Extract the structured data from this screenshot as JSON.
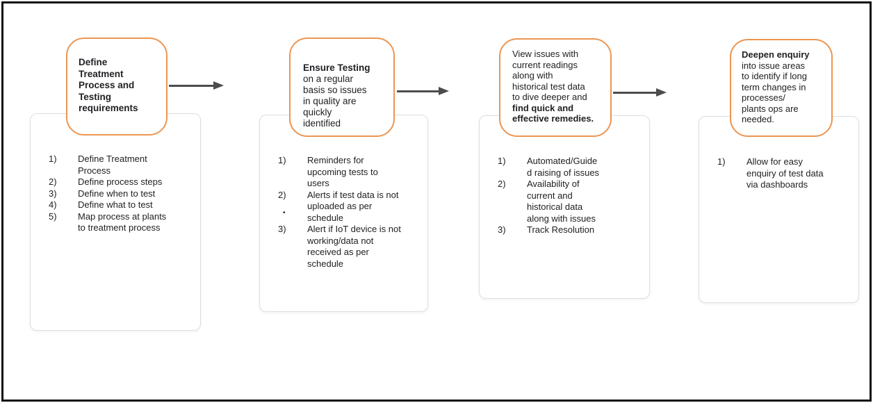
{
  "colors": {
    "accent_orange": "#EC9551",
    "arrow_gray": "#4B4C4E",
    "card_border": "#DEDEDF",
    "frame_black": "#0D0D0D",
    "text": "#202124"
  },
  "icons": {
    "flow_arrow": "right-arrow"
  },
  "columns": [
    {
      "bubble": {
        "bold_start": "Define\nTreatment\nProcess and\nTesting\nrequirements",
        "normal": "",
        "bold_end": ""
      },
      "items": [
        {
          "marker": "1)",
          "text": "Define Treatment\nProcess"
        },
        {
          "marker": "2)",
          "text": "Define process steps"
        },
        {
          "marker": "3)",
          "text": "Define when to test"
        },
        {
          "marker": "4)",
          "text": "Define what to test"
        },
        {
          "marker": "5)",
          "text": "Map process at plants\nto treatment process"
        }
      ]
    },
    {
      "bubble": {
        "bold_start": "Ensure Testing",
        "normal": "\non a regular\nbasis so issues\nin quality are\nquickly\nidentified",
        "bold_end": ""
      },
      "items": [
        {
          "marker": "1)",
          "text": "Reminders for\nupcoming  tests to\nusers"
        },
        {
          "marker": "2)",
          "marker_sub": "•",
          "text": "Alerts if test data is not\nuploaded as per\nschedule"
        },
        {
          "marker": "3)",
          "text": "Alert if IoT device is not\nworking/data not\nreceived as per\nschedule"
        }
      ]
    },
    {
      "bubble": {
        "bold_start": "",
        "normal": "View issues with\ncurrent readings\nalong with\nhistorical test data\nto dive deeper and\n",
        "bold_end": "find quick and\neffective remedies."
      },
      "items": [
        {
          "marker": "1)",
          "text": "Automated/Guide\nd raising of issues"
        },
        {
          "marker": "2)",
          "text": "Availability of\ncurrent and\nhistorical data\nalong with issues"
        },
        {
          "marker": "3)",
          "text": "Track Resolution"
        }
      ]
    },
    {
      "bubble": {
        "bold_start": "Deepen enquiry",
        "normal": "\ninto issue areas\nto identify if long\nterm changes in\nprocesses/\nplants ops are\nneeded.",
        "bold_end": ""
      },
      "items": [
        {
          "marker": "1)",
          "text": "Allow for easy\nenquiry of test data\nvia dashboards"
        }
      ]
    }
  ]
}
